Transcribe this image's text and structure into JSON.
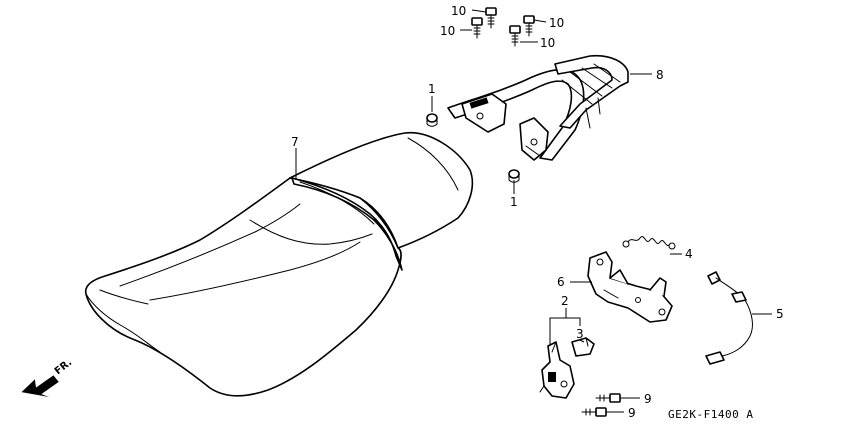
{
  "diagram": {
    "code": "GE2K-F1400 A",
    "direction_label": "FR.",
    "callouts": {
      "c1a": "1",
      "c1b": "1",
      "c2": "2",
      "c3": "3",
      "c4": "4",
      "c5": "5",
      "c6": "6",
      "c7": "7",
      "c8": "8",
      "c9a": "9",
      "c9b": "9",
      "c10a": "10",
      "c10b": "10",
      "c10c": "10",
      "c10d": "10"
    }
  }
}
